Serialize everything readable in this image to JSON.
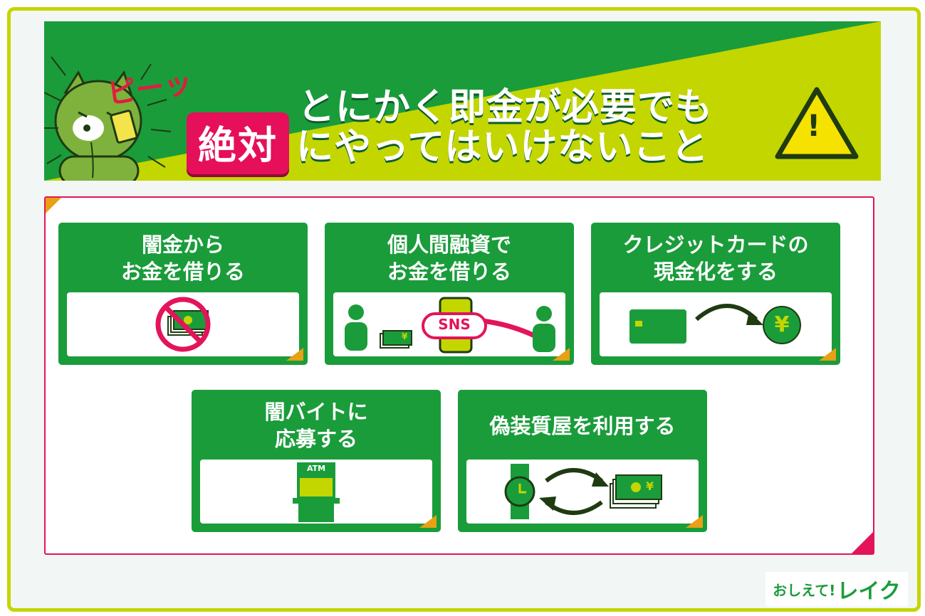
{
  "banner": {
    "line1": "とにかく即金が必要でも",
    "highlight": "絶対",
    "line2_rest": "にやってはいけないこと",
    "sound": "ピーッ",
    "warning_symbol": "!"
  },
  "cards": [
    {
      "title": [
        "闇金から",
        "お金を借りる"
      ],
      "icon": "no-money-icon"
    },
    {
      "title": [
        "個人間融資で",
        "お金を借りる"
      ],
      "icon": "sns-transfer-icon",
      "badge": "SNS",
      "currency": "¥"
    },
    {
      "title": [
        "クレジットカードの",
        "現金化をする"
      ],
      "icon": "card-to-yen-icon",
      "currency": "¥"
    },
    {
      "title": [
        "闇バイトに",
        "応募する"
      ],
      "icon": "atm-icon",
      "badge": "ATM"
    },
    {
      "title": [
        "偽装質屋を利用する"
      ],
      "icon": "watch-exchange-icon",
      "currency": "¥"
    }
  ],
  "logo": {
    "prefix": "おしえて!",
    "name": "レイク"
  },
  "colors": {
    "green": "#1a9c3b",
    "lime": "#c3d600",
    "pink": "#e3145a",
    "orange": "#e8a014"
  }
}
